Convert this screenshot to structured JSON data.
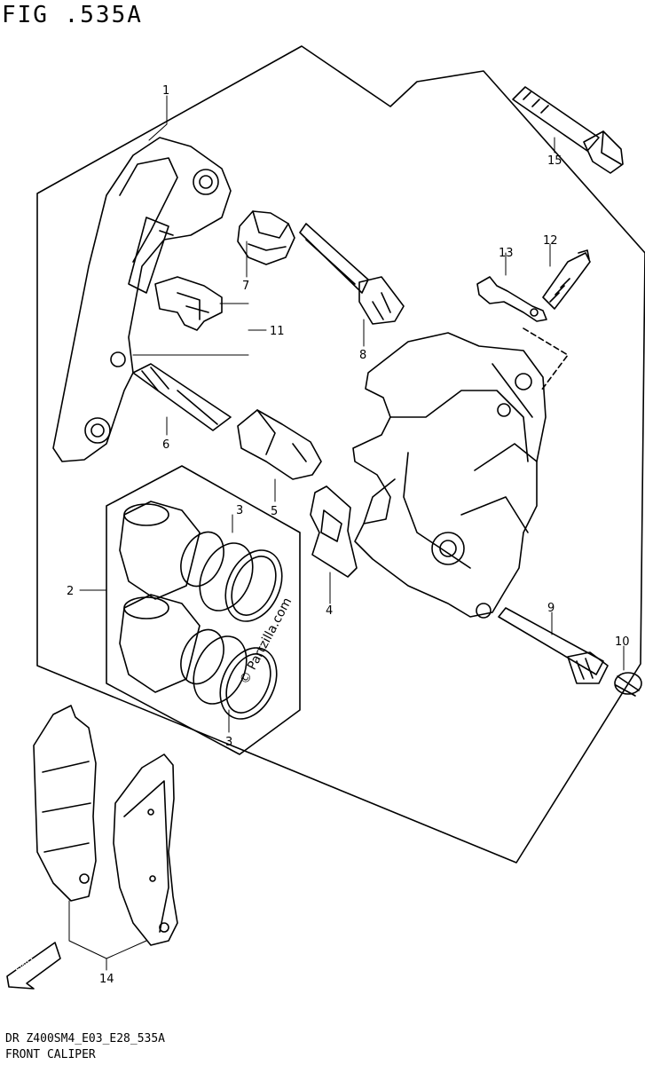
{
  "figure": {
    "title": "FIG .535A",
    "model_code": "DR Z400SM4_E03_E28_535A",
    "name": "FRONT CALIPER",
    "watermark": "© Partzilla.com",
    "fwd_label": "FWD"
  },
  "callouts": {
    "c1": "1",
    "c2": "2",
    "c3a": "3",
    "c3b": "3",
    "c4": "4",
    "c5": "5",
    "c6": "6",
    "c7": "7",
    "c8": "8",
    "c9": "9",
    "c10": "10",
    "c11": "11",
    "c12": "12",
    "c13": "13",
    "c14": "14",
    "c15": "15"
  }
}
